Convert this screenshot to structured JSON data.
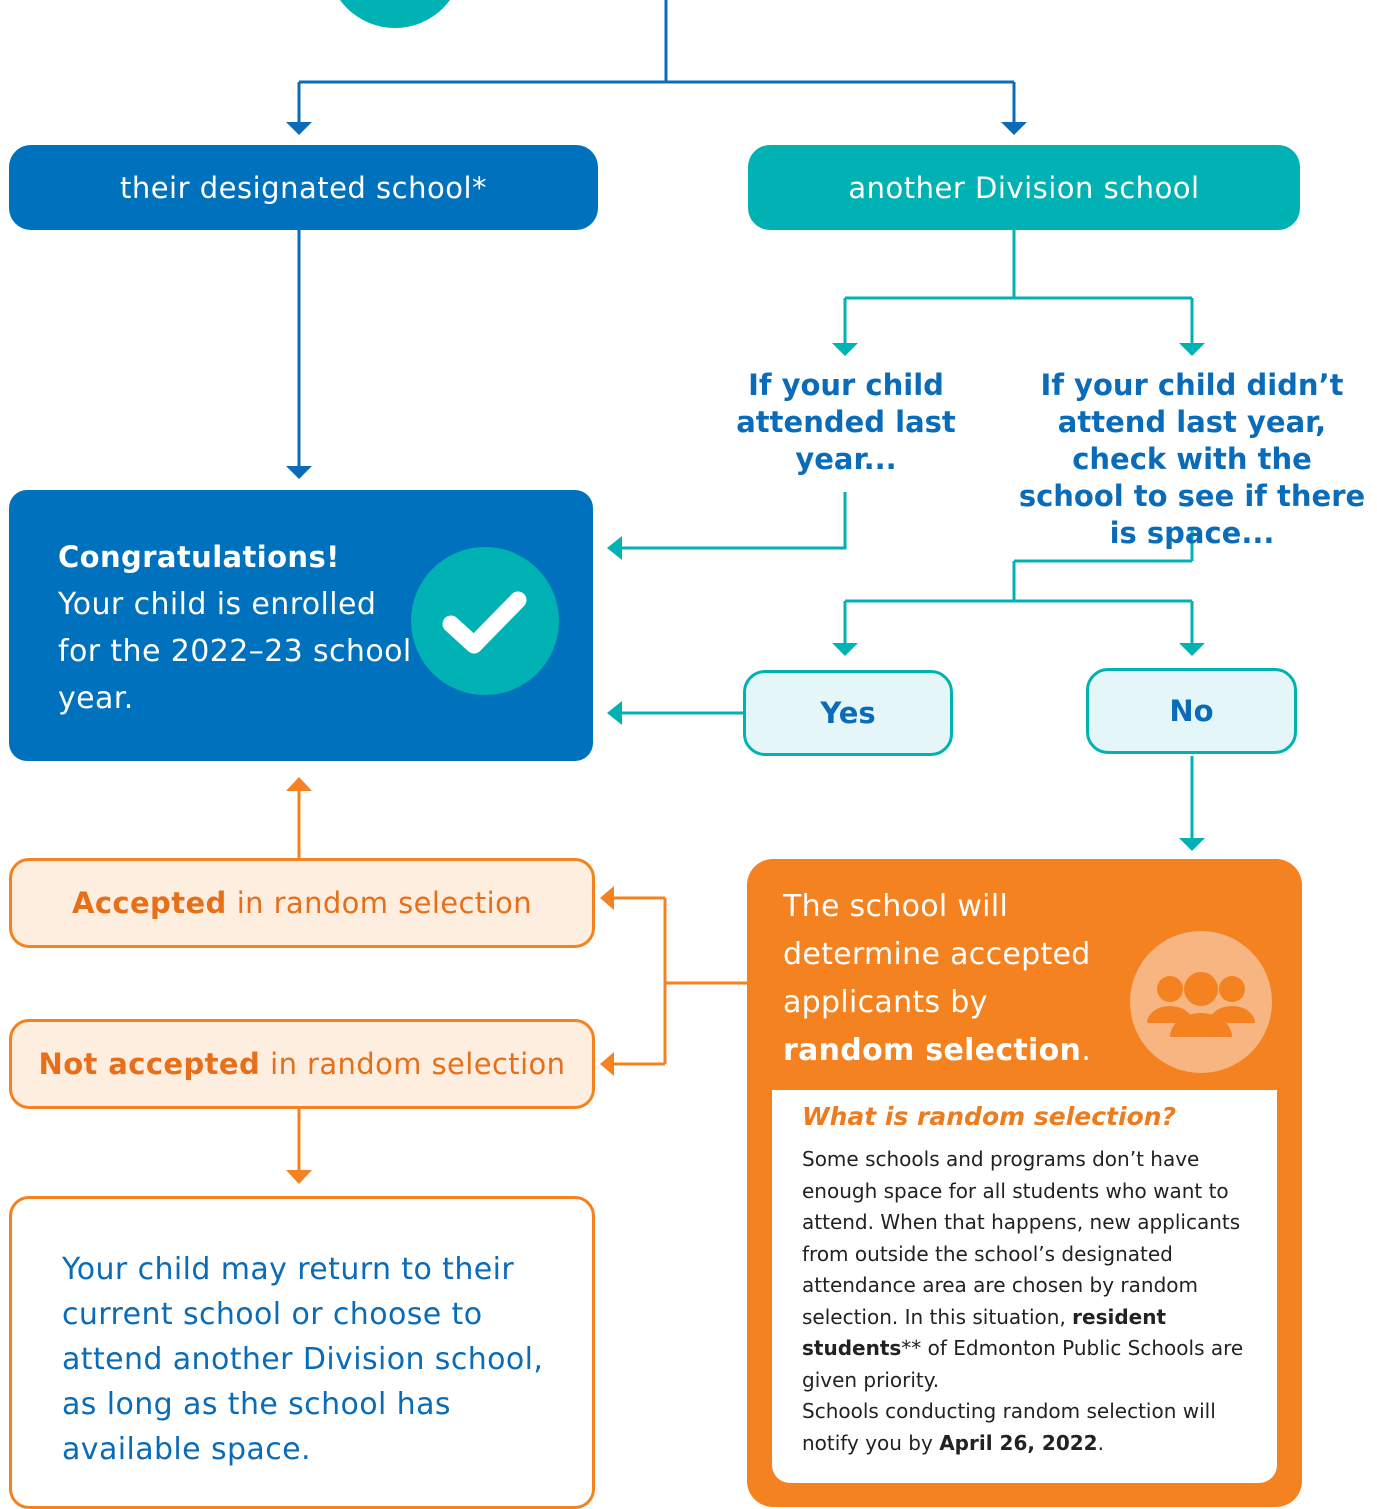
{
  "colors": {
    "blue": "#0071bc",
    "teal": "#00b2b3",
    "orange": "#f58220",
    "light_teal": "#e4f6f7",
    "light_orange": "#fdeee0"
  },
  "options": {
    "designated": "their designated school*",
    "another": "another Division school"
  },
  "questions": {
    "attended": "If your child attended last year...",
    "not_attended": "If your child didn’t attend last year, check with the school to see if there is space..."
  },
  "congrats": {
    "title": "Congratulations!",
    "body": "Your child is enrolled for the 2022–23 school year.",
    "icon": "checkmark-icon"
  },
  "answers": {
    "yes": "Yes",
    "no": "No"
  },
  "results": {
    "accepted_bold": "Accepted",
    "accepted_rest": "in random selection",
    "not_accepted_bold": "Not accepted",
    "not_accepted_rest": "in random selection"
  },
  "return_text": "Your child may return to their current school or choose to attend another Division school, as long as the school has available space.",
  "random_box": {
    "text_part1": "The school will determine accepted applicants by",
    "text_bold": "random selection",
    "text_end": ".",
    "icon": "group-icon",
    "info_title": "What is random selection?",
    "info_body_1": "Some schools and programs don’t have enough space for all students who want to attend. When that happens, new applicants from outside the school’s designated attendance area are chosen by random selection. In this situation,",
    "info_bold_1": "resident students",
    "info_body_2": "** of Edmonton Public Schools are given priority.",
    "info_body_3": "Schools conducting random selection will notify you by",
    "info_bold_2": "April 26, 2022",
    "info_end": "."
  }
}
